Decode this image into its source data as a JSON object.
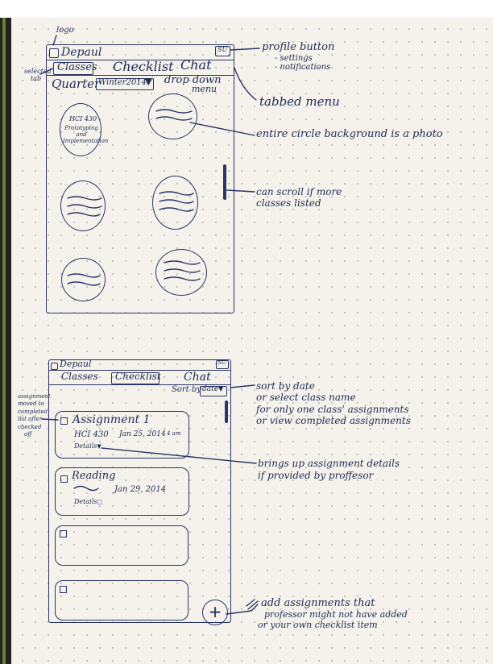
{
  "screen1": {
    "logo_label": "logo",
    "brand": "Depaul",
    "profile_box": "SU",
    "tabs": [
      "Classes",
      "Checklist",
      "Chat"
    ],
    "quarter_label": "Quarter",
    "quarter_value": "Winter2014",
    "circle_text": [
      "HCI 430",
      "Prototyping and Implementation"
    ]
  },
  "screen2": {
    "brand": "Depaul",
    "profile_box": "SU",
    "tabs": [
      "Classes",
      "Checklist",
      "Chat"
    ],
    "sort_label": "Sort by",
    "sort_value": "date",
    "cards": [
      {
        "title": "Assignment 1",
        "course": "HCI 430",
        "date": "Jan 25, 2014",
        "time": "4 am",
        "details": "Details"
      },
      {
        "title": "Reading",
        "course": "",
        "date": "Jan 29, 2014",
        "time": "",
        "details": "Details"
      }
    ],
    "fab_symbol": "+"
  },
  "annotations": {
    "selected_tab": [
      "selected",
      "tab"
    ],
    "profile": [
      "profile button",
      "- settings",
      "- notifications"
    ],
    "dropdown": [
      "drop down",
      "menu"
    ],
    "tabbed": "tabbed menu",
    "photo": "entire circle background is a photo",
    "scroll": [
      "can scroll if more",
      "classes listed"
    ],
    "assignment_moved": [
      "assignment",
      "moved to",
      "completed",
      "list after",
      "checked",
      "off"
    ],
    "sort": [
      "sort by date",
      "or select class name",
      "for only one class' assignments",
      "or view completed assignments"
    ],
    "details": [
      "brings up assignment details",
      "if provided by proffesor"
    ],
    "add": [
      "add assignments that",
      "professor might not have added",
      "or your own checklist item"
    ]
  }
}
